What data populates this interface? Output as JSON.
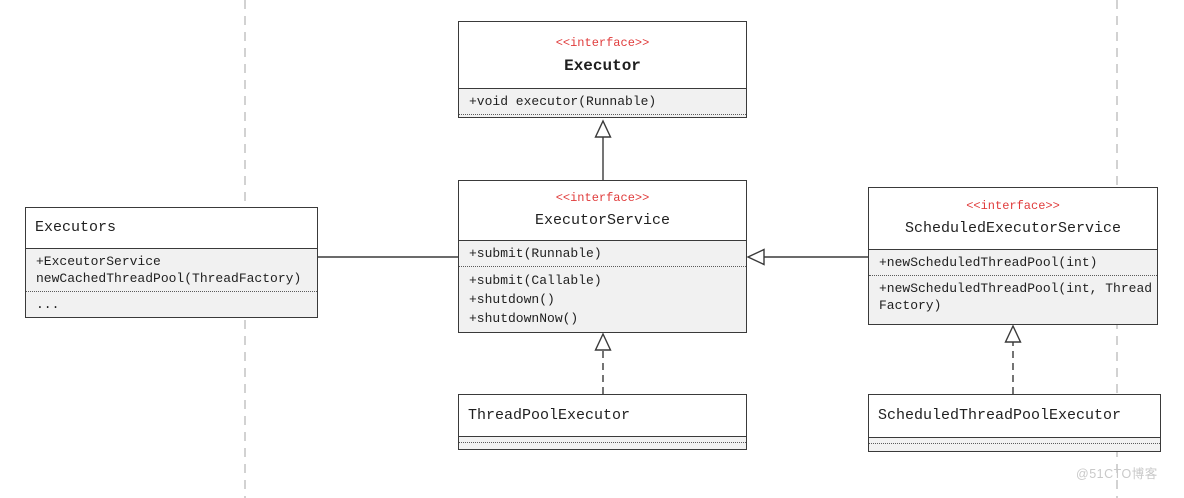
{
  "colors": {
    "accent_red": "#e03c3c",
    "compartment_bg": "#f1f1f1",
    "border_dark": "#3a3a3a",
    "guide_gray": "#b4b4b4",
    "watermark_gray": "#c9c9c9"
  },
  "watermark": {
    "text": "@51CTO博客"
  },
  "classes": {
    "executor": {
      "stereotype": "<<interface>>",
      "name": "Executor",
      "method1": "+void executor(Runnable)"
    },
    "executorService": {
      "stereotype": "<<interface>>",
      "name": "ExecutorService",
      "section1_method1": "+submit(Runnable)",
      "section2_method1": "+submit(Callable)",
      "section2_method2": "+shutdown()",
      "section2_method3": "+shutdownNow()"
    },
    "executors": {
      "name": "Executors",
      "section1_line1": "+ExceutorService",
      "section1_line2": "newCachedThreadPool(ThreadFactory)",
      "section2_line1": "..."
    },
    "scheduledExecutorService": {
      "stereotype": "<<interface>>",
      "name": "ScheduledExecutorService",
      "section1_method1": "+newScheduledThreadPool(int)",
      "section2_method1_line1": "+newScheduledThreadPool(int, Thread",
      "section2_method1_line2": "Factory)"
    },
    "threadPoolExecutor": {
      "name": "ThreadPoolExecutor"
    },
    "scheduledThreadPoolExecutor": {
      "name": "ScheduledThreadPoolExecutor"
    }
  },
  "relationships": [
    {
      "from": "ExecutorService",
      "to": "Executor",
      "type": "generalization",
      "line": "solid-hollow-triangle"
    },
    {
      "from": "Executors",
      "to": "ExecutorService",
      "type": "association",
      "line": "solid-plain"
    },
    {
      "from": "ScheduledExecutorService",
      "to": "ExecutorService",
      "type": "generalization",
      "line": "solid-hollow-triangle"
    },
    {
      "from": "ThreadPoolExecutor",
      "to": "ExecutorService",
      "type": "realization",
      "line": "dashed-hollow-triangle"
    },
    {
      "from": "ScheduledThreadPoolExecutor",
      "to": "ScheduledExecutorService",
      "type": "realization",
      "line": "dashed-hollow-triangle"
    }
  ]
}
